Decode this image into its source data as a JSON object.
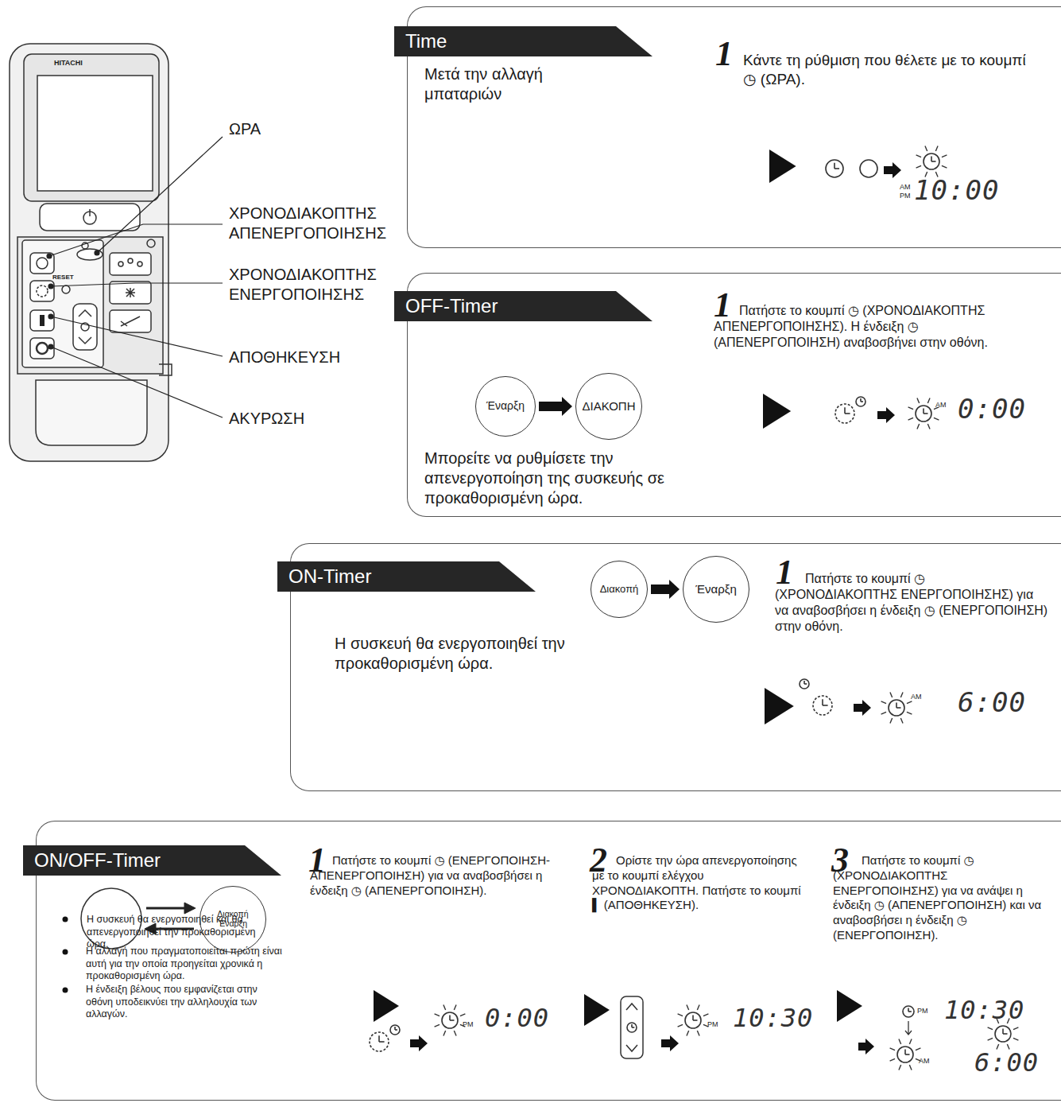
{
  "diagram": {
    "nodes": [
      {
        "text": [
          "Time",
          "Μετά την αλλαγή μπαταριών"
        ]
      },
      {
        "text": [
          "OFF-Timer",
          "Μπορείτε να ρυθμίσετε την απενεργοποίηση της συσκευής σε προκαθορισμένη ώρα."
        ]
      },
      {
        "text": [
          "Έναρξη"
        ],
        "in": 1
      },
      {
        "text": [
          "ΔΙΑΚΟΠΗ"
        ],
        "in": 1
      },
      {
        "text": [
          "ON-Timer",
          "Η συσκευή θα ενεργοποιηθεί την προκαθορισμένη ώρα."
        ]
      },
      {
        "text": [
          "Διακοπή"
        ],
        "in": 4
      },
      {
        "text": [
          "Έναρξη"
        ],
        "in": 4
      },
      {
        "text": [
          "ON/OFF-Timer",
          "Η συσκευή θα ενεργοποιηθεί και θα απενεργοποιηθεί την προκαθορισμένη ώρα."
        ]
      },
      {
        "text": [
          "Διακοπή Έναρξη"
        ],
        "in": 7
      }
    ],
    "edges": [
      {
        "from": 2,
        "to": 3,
        "arrow": "to"
      },
      {
        "from": 5,
        "to": 6,
        "arrow": "to"
      }
    ],
    "labels": [
      "HITACHI",
      "RESET",
      "ΩΡΑ",
      "ΧΡΟΝΟΔΙΑΚΟΠΤΗΣ ΑΠΕΝΕΡΓΟΠΟΙΗΣΗΣ",
      "ΧΡΟΝΟΔΙΑΚΟΠΤΗΣ ΕΝΕΡΓΟΠΟΙΗΣΗΣ",
      "ΑΠΟΘΗΚΕΥΣΗ",
      "ΑΚΥΡΩΣΗ",
      "1",
      "Κάντε τη ρύθμιση που θέλετε με το κουμπί ◷ (ΩΡΑ).",
      "AM",
      "PM",
      "10:00",
      "1",
      "Πατήστε το κουμπί ◷ (ΧΡΟΝΟΔΙΑΚΟΠΤΗΣ ΑΠΕΝΕΡΓΟΠΟΙΗΣΗΣ). Η ένδειξη ◷ (ΑΠΕΝΕΡΓΟΠΟΙΗΣΗ) αναβοσβήνει στην οθόνη.",
      "AM",
      "0:00",
      "1",
      "Πατήστε το κουμπί ◷ (ΧΡΟΝΟΔΙΑΚΟΠΤΗΣ ΕΝΕΡΓΟΠΟΙΗΣΗΣ) για να αναβοσβήσει η ένδειξη ◷ (ΕΝΕΡΓΟΠΟΙΗΣΗ) στην οθόνη.",
      "AM",
      "6:00",
      "1",
      "Πατήστε το κουμπί ◷ (ΕΝΕΡΓΟΠΟΙΗΣΗ-ΑΠΕΝΕΡΓΟΠΟΙΗΣΗ) για να αναβοσβήσει η ένδειξη ◷ (ΑΠΕΝΕΡΓΟΠΟΙΗΣΗ).",
      "2",
      "Ορίστε την ώρα απενεργοποίησης με το κουμπί ελέγχου ΧΡΟΝΟΔΙΑΚΟΠΤΗ. Πατήστε το κουμπί ▌ (ΑΠΟΘΗΚΕΥΣΗ).",
      "3",
      "Πατήστε το κουμπί ◷ (ΧΡΟΝΟΔΙΑΚΟΠΤΗΣ ΕΝΕΡΓΟΠΟΙΗΣΗΣ) για να ανάψει η ένδειξη ◷ (ΑΠΕΝΕΡΓΟΠΟΙΗΣΗ) και να αναβοσβήσει η ένδειξη ◷ (ΕΝΕΡΓΟΠΟΙΗΣΗ).",
      "Η αλλαγή που πραγματοποιείται πρώτη είναι αυτή για την οποία προηγείται χρονικά η προκαθορισμένη ώρα.",
      "Η ένδειξη βέλους που εμφανίζεται στην οθόνη υποδεικνύει την αλληλουχία των αλλαγών.",
      "PM",
      "0:00",
      "PM",
      "10:30",
      "PM",
      "10:30",
      "AM",
      "6:00"
    ]
  }
}
